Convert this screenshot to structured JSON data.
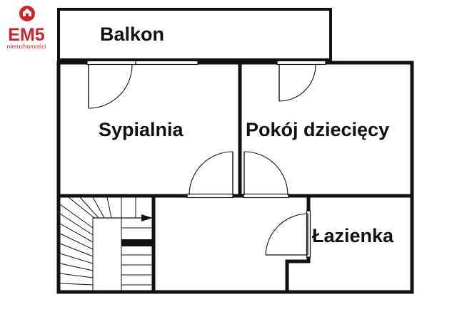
{
  "logo": {
    "brand": "EM5",
    "subtitle": "nieruchomości",
    "brand_color": "#d2232a"
  },
  "rooms": {
    "balkon": "Balkon",
    "sypialnia": "Sypialnia",
    "pokoj_dzieciecy": "Pokój dziecięcy",
    "lazienka": "Łazienka"
  },
  "colors": {
    "walls": "#111111",
    "background": "#ffffff"
  }
}
